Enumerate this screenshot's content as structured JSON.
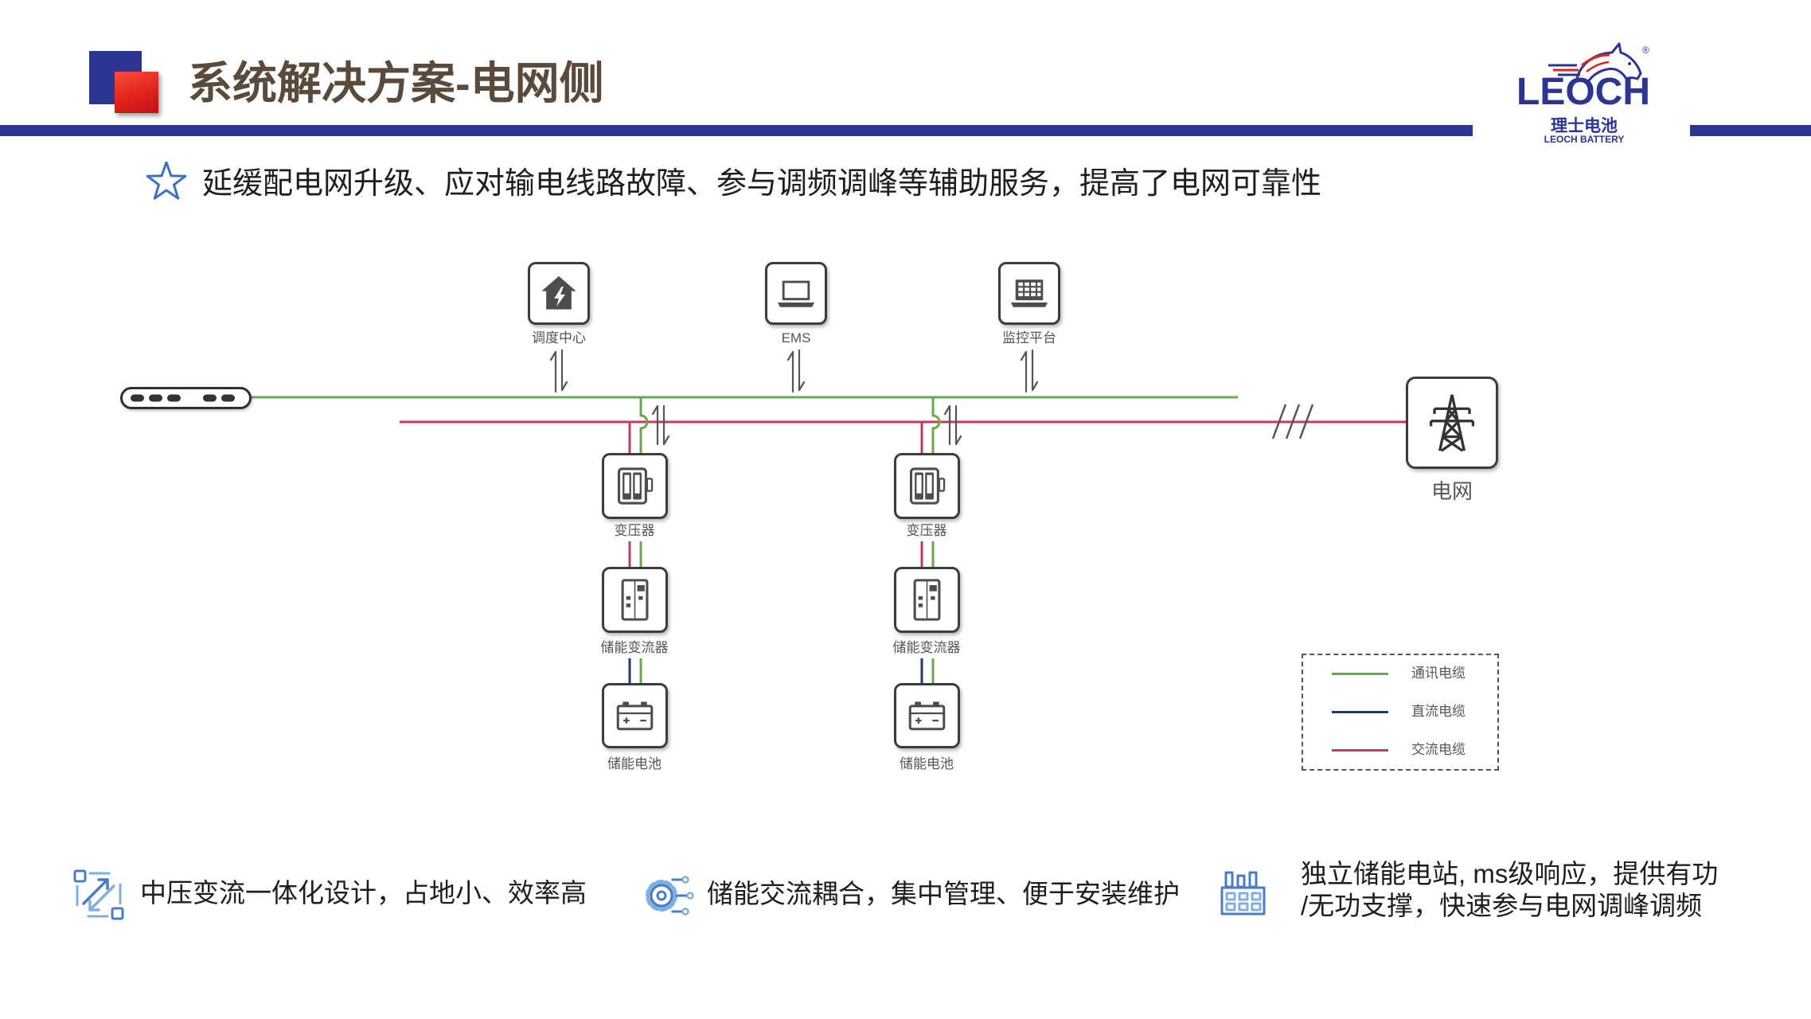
{
  "slide": {
    "title": "系统解决方案-电网侧",
    "subtitle": "延缓配电网升级、应对输电线路故障、参与调频调峰等辅助服务，提高了电网可靠性",
    "bullet_icon": "star-icon"
  },
  "logo": {
    "wordmark": "LEOCH",
    "registered_mark": "®",
    "chinese_name": "理士电池",
    "english_name": "LEOCH BATTERY",
    "icon": "horse-head-icon"
  },
  "diagram": {
    "top_nodes": [
      {
        "label": "调度中心",
        "icon": "house-lightning-icon"
      },
      {
        "label": "EMS",
        "icon": "laptop-icon"
      },
      {
        "label": "监控平台",
        "icon": "laptop-keypad-icon"
      }
    ],
    "switch_icon": "network-switch-icon",
    "grid": {
      "label": "电网",
      "icon": "transmission-tower-icon"
    },
    "branches": [
      {
        "transformer": "变压器",
        "converter": "储能变流器",
        "battery": "储能电池"
      },
      {
        "transformer": "变压器",
        "converter": "储能变流器",
        "battery": "储能电池"
      }
    ],
    "legend": [
      {
        "label": "通讯电缆",
        "color": "#6aa84f"
      },
      {
        "label": "直流电缆",
        "color": "#1f3b73"
      },
      {
        "label": "交流电缆",
        "color": "#c9395b"
      }
    ]
  },
  "features": [
    {
      "icon": "diagonal-transfer-icon",
      "line1": "中压变流一体化设计，占地小、效率高"
    },
    {
      "icon": "gear-circuit-icon",
      "line1": "储能交流耦合，集中管理、便于安装维护"
    },
    {
      "icon": "factory-icon",
      "line1": "独立储能电站, ms级响应，提供有功",
      "line2": "/无功支撑，快速参与电网调峰调频"
    }
  ],
  "colors": {
    "brand_blue": "#2d3592",
    "accent_red": "#e2231a",
    "title_text": "#5a4a3c",
    "feature_icon_blue": "#4a7bc4"
  }
}
